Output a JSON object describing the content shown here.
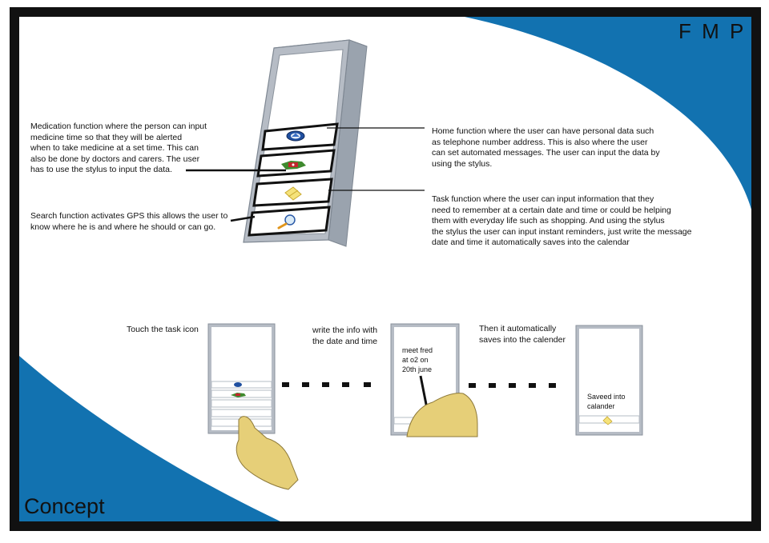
{
  "header": {
    "title": "F M P"
  },
  "footer": {
    "label": "Concept"
  },
  "annotations": {
    "medication": "Medication function where the person can input\nmedicine time so that they will be alerted\nwhen to take medicine at a set time. This can\nalso be done by doctors and carers. The user\nhas to use the stylus to input the data.",
    "search": "Search function activates GPS this allows the user to\nknow where he is and where he should or can go.",
    "home": "Home function where the user can have personal data such\nas telephone number address. This is also where the user\ncan set automated messages. The user can input the data by\nusing the stylus.",
    "task": "Task function where the user can input information that they\nneed to remember at a certain date and time or could be helping\nthem with everyday life such as shopping. And using the stylus\nthe stylus the user can input instant reminders, just write the message\ndate and time it automatically saves into the calendar"
  },
  "steps": [
    {
      "caption": "Touch the task icon"
    },
    {
      "caption": "write the info with\nthe date and time",
      "screen_text": "meet fred\nat o2 on\n20th june"
    },
    {
      "caption": "Then it automatically\nsaves into the calender",
      "screen_text": "Saveed into\ncalander"
    }
  ],
  "colors": {
    "frame": "#111111",
    "accent_blue": "#1272b0",
    "device_gray": "#b6bcc5",
    "hand": "#e6cf78",
    "paper": "#ffffff"
  },
  "icons": [
    "home-icon",
    "medication-icon",
    "task-icon",
    "search-icon",
    "pointing-hand-icon",
    "writing-hand-icon",
    "stylus-icon",
    "ellipsis-dots"
  ]
}
